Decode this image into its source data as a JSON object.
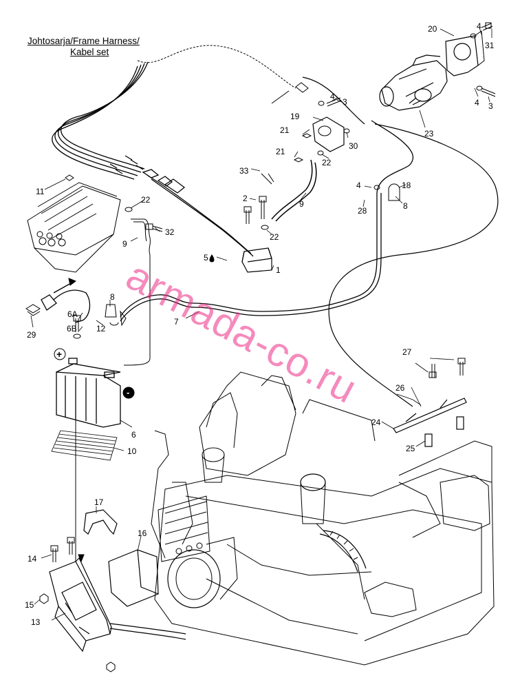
{
  "header": {
    "line1": "Johtosarja/Frame Harness/",
    "line2": "Kabel set"
  },
  "watermark": "armada-co.ru",
  "polarity": {
    "plus": "+",
    "minus": "-"
  },
  "callouts": {
    "c1": "1",
    "c2": "2",
    "c3a": "3",
    "c3b": "3",
    "c4a": "4",
    "c4b": "4",
    "c4c": "4",
    "c4d": "4",
    "c5": "5",
    "c6": "6",
    "c6a": "6A",
    "c6b": "6B",
    "c7": "7",
    "c8a": "8",
    "c8b": "8",
    "c9a": "9",
    "c9b": "9",
    "c10": "10",
    "c11": "11",
    "c12": "12",
    "c13": "13",
    "c14": "14",
    "c15": "15",
    "c16": "16",
    "c17": "17",
    "c18": "18",
    "c19": "19",
    "c20": "20",
    "c21a": "21",
    "c21b": "21",
    "c22a": "22",
    "c22b": "22",
    "c22c": "22",
    "c23": "23",
    "c24": "24",
    "c25": "25",
    "c26": "26",
    "c27": "27",
    "c28": "28",
    "c29": "29",
    "c30": "30",
    "c31": "31",
    "c32": "32",
    "c33": "33"
  },
  "colors": {
    "line": "#000000",
    "watermark": "#ee2b86"
  }
}
